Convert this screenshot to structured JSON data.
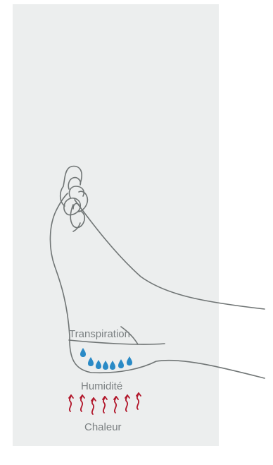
{
  "labels": {
    "transpiration": "Transpiration",
    "humidite": "Humidité",
    "chaleur": "Chaleur"
  },
  "colors": {
    "background_panel": "#eceeee",
    "outline": "#707575",
    "label_text": "#7b8082",
    "drops": "#2a8ac6",
    "heat_arrows": "#b1162a"
  },
  "icons": {
    "drops": "sweat-drop-icon",
    "heat": "heat-wave-arrow-icon"
  }
}
